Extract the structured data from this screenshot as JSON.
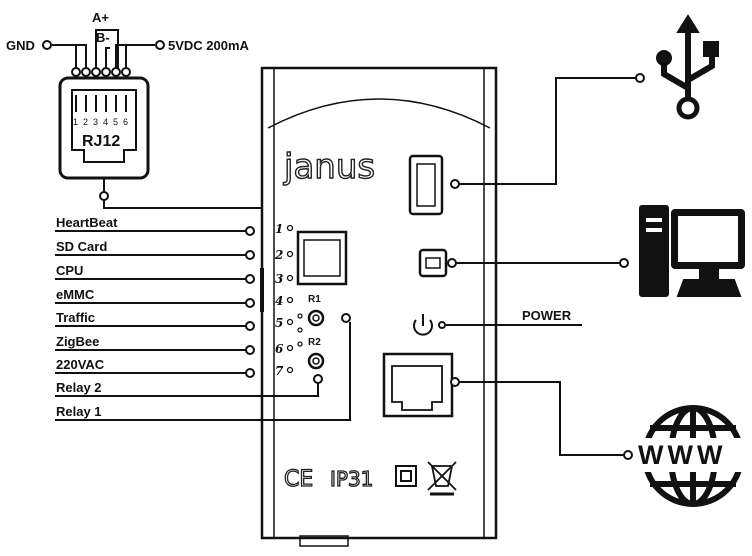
{
  "rj12": {
    "label": "RJ12",
    "pins": [
      "1",
      "2",
      "3",
      "4",
      "5",
      "6"
    ],
    "a_plus": "A+",
    "b_minus": "B-",
    "gnd": "GND",
    "power": "5VDC 200mA"
  },
  "device": {
    "brand": "janus",
    "ce_mark": "CE",
    "ip_rating": "IP31",
    "relay1_tag": "R1",
    "relay2_tag": "R2"
  },
  "leds": [
    {
      "num": "1",
      "label": "HeartBeat"
    },
    {
      "num": "2",
      "label": "SD Card"
    },
    {
      "num": "3",
      "label": "CPU"
    },
    {
      "num": "4",
      "label": "eMMC"
    },
    {
      "num": "5",
      "label": "Traffic"
    },
    {
      "num": "6",
      "label": "ZigBee"
    },
    {
      "num": "7",
      "label": "220VAC"
    }
  ],
  "relays": [
    "Relay 2",
    "Relay 1"
  ],
  "power_label": "POWER",
  "icons": [
    "usb-icon",
    "computer-icon",
    "www-globe-icon",
    "power-icon",
    "ce-mark-icon",
    "double-insulation-icon",
    "weee-bin-icon"
  ],
  "globe_text": "WWW"
}
